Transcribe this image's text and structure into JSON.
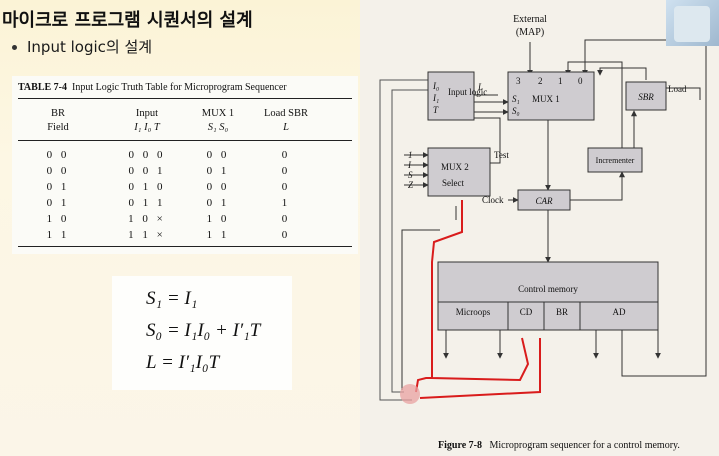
{
  "slide": {
    "title": "마이크로 프로그램 시퀀서의 설계",
    "bullet": "Input logic의 설계"
  },
  "truth_table": {
    "caption_bold": "TABLE 7-4",
    "caption_rest": "Input Logic Truth Table for Microprogram Sequencer",
    "headers": {
      "br_top": "BR",
      "br_bottom": "Field",
      "input_top": "Input",
      "input_bottom": "I₁  I₀  T",
      "mux_top": "MUX 1",
      "mux_bottom": "S₁  S₀",
      "load_top": "Load SBR",
      "load_bottom": "L"
    },
    "rows": [
      {
        "br": "0 0",
        "input": "0 0 0",
        "mux": "0 0",
        "load": "0"
      },
      {
        "br": "0 0",
        "input": "0 0 1",
        "mux": "0 1",
        "load": "0"
      },
      {
        "br": "0 1",
        "input": "0 1 0",
        "mux": "0 0",
        "load": "0"
      },
      {
        "br": "0 1",
        "input": "0 1 1",
        "mux": "0 1",
        "load": "1"
      },
      {
        "br": "1 0",
        "input": "1 0 ×",
        "mux": "1 0",
        "load": "0"
      },
      {
        "br": "1 1",
        "input": "1 1 ×",
        "mux": "1 1",
        "load": "0"
      }
    ]
  },
  "equations": {
    "s1": "S₁ = I₁",
    "s0": "S₀ = I₁I₀ + I′₁T",
    "l": "L = I′₁I₀T"
  },
  "figure": {
    "caption_bold": "Figure 7-8",
    "caption_rest": "Microprogram sequencer for a control memory.",
    "external": "External",
    "map": "(MAP)",
    "input_logic_label": "Input logic",
    "il_inputs": [
      "I₀",
      "I₁",
      "T"
    ],
    "l_output": "L",
    "mux1_label": "MUX 1",
    "mux1_inputs": [
      "3",
      "2",
      "1",
      "0"
    ],
    "mux1_selects": [
      "S₁",
      "S₀"
    ],
    "sbr_label": "SBR",
    "load_label": "Load",
    "mux2_label": "MUX 2",
    "select_label": "Select",
    "test_label": "Test",
    "mux2_inputs": [
      "1",
      "I",
      "S",
      "Z"
    ],
    "incrementer_label": "Incrementer",
    "clock_label": "Clock",
    "car_label": "CAR",
    "control_memory_label": "Control memory",
    "fields": [
      "Microops",
      "CD",
      "BR",
      "AD"
    ]
  },
  "colors": {
    "annotation_red": "#d91c1c",
    "block_gray": "#c9c6c9",
    "line": "#333333"
  }
}
